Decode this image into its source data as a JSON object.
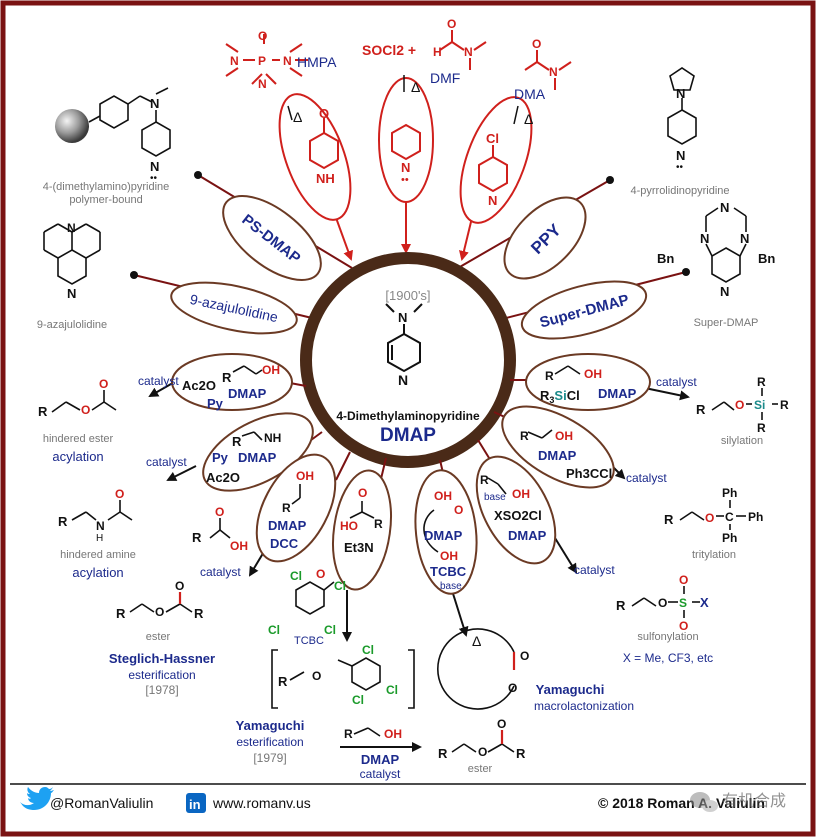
{
  "colors": {
    "frame": "#7a1212",
    "ring": "#4a2a18",
    "oval": "#6b3a24",
    "red": "#d0201c",
    "blue": "#1c2a8c",
    "gray": "#777777",
    "black": "#111111",
    "twitter": "#1da1f2",
    "linkedin": "#0a66c2",
    "green": "#1a9a2a",
    "teal": "#1a8a8a"
  },
  "center": {
    "year": "[1900's]",
    "full_name": "4-Dimethylaminopyridine",
    "abbr": "DMAP"
  },
  "top_reagents": {
    "hmpa": "HMPA",
    "socl2_plus": "SOCl2  +",
    "dmf": "DMF",
    "dma": "DMA",
    "delta": "Δ"
  },
  "analogs": {
    "ps_dmap": "PS-DMAP",
    "ps_dmap_caption_1": "4-(dimethylamino)pyridine",
    "ps_dmap_caption_2": "polymer-bound",
    "aza": "9-azajulolidine",
    "aza_caption": "9-azajulolidine",
    "ppy": "PPY",
    "ppy_caption": "4-pyrrolidinopyridine",
    "super": "Super-DMAP",
    "super_caption": "Super-DMAP",
    "bn": "Bn"
  },
  "reactions": {
    "catalyst": "catalyst",
    "ester_acyl_caption": "hindered ester",
    "ester_acyl_name": "acylation",
    "amine_acyl_caption": "hindered amine",
    "amine_acyl_name": "acylation",
    "silyl_caption": "silylation",
    "trityl_caption": "tritylation",
    "sulfonyl_caption": "sulfonylation",
    "sulfonyl_x": "X = Me, CF3, etc",
    "steglich_caption": "ester",
    "steglich_name": "Steglich-Hassner",
    "steglich_name_2": "esterification",
    "steglich_year": "[1978]",
    "tcbc_label": "TCBC",
    "yama_est_name": "Yamaguchi",
    "yama_est_name_2": "esterification",
    "yama_est_year": "[1979]",
    "yama_est_cat": "DMAP",
    "yama_est_cat_2": "catalyst",
    "yama_est_product": "ester",
    "yama_mac_name": "Yamaguchi",
    "yama_mac_name_2": "macrolactonization",
    "ac2o": "Ac2O",
    "py": "Py",
    "dmap": "DMAP",
    "dcc": "DCC",
    "et3n": "Et3N",
    "tcbc": "TCBC",
    "base": "base",
    "xso2cl": "XSO2Cl",
    "ph3ccl": "Ph3CCl",
    "r3sicl": "R3SiCl"
  },
  "footer": {
    "twitter": "@RomanValiulin",
    "website": "www.romanv.us",
    "copyright": "© 2018 Roman A. Valiulin",
    "watermark": "有机合成"
  },
  "icons": [
    "twitter-icon",
    "linkedin-icon",
    "polymer-bead-icon",
    "wechat-icon"
  ]
}
